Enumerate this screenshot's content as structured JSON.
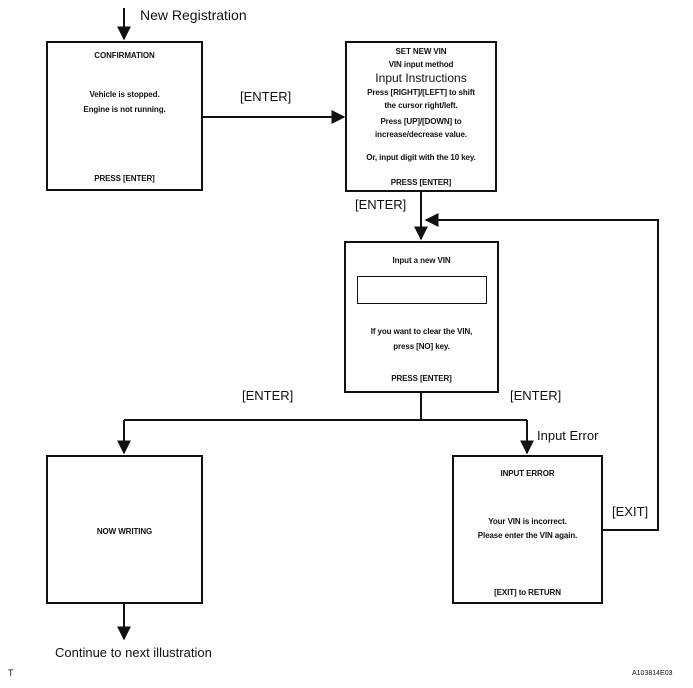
{
  "start_label": "New Registration",
  "confirmation": {
    "title": "CONFIRMATION",
    "line1": "Vehicle is stopped.",
    "line2": "Engine is not running.",
    "footer": "PRESS [ENTER]"
  },
  "enter_label_1": "[ENTER]",
  "set_new_vin": {
    "title": "SET NEW VIN",
    "subtitle": "VIN input method",
    "heading": "Input Instructions",
    "line1": "Press [RIGHT]/[LEFT] to shift",
    "line2": "the cursor right/left.",
    "line3": "Press [UP]/[DOWN]  to",
    "line4": "increase/decrease value.",
    "line5": "Or, input digit with the 10 key.",
    "footer": "PRESS [ENTER]"
  },
  "enter_label_2": "[ENTER]",
  "input_vin": {
    "title": "Input a new VIN",
    "line1": "If you want to clear the VIN,",
    "line2": "press [NO] key.",
    "footer": "PRESS [ENTER]"
  },
  "enter_label_left": "[ENTER]",
  "enter_label_right": "[ENTER]",
  "input_error_label": "Input Error",
  "now_writing": {
    "title": "NOW WRITING"
  },
  "input_error": {
    "title": "INPUT  ERROR",
    "line1": "Your VIN is incorrect.",
    "line2": "Please enter the VIN again.",
    "footer": "[EXIT] to RETURN"
  },
  "exit_label": "[EXIT]",
  "continue_label": "Continue to next illustration",
  "corner_left": "T",
  "corner_right": "A103814E03"
}
